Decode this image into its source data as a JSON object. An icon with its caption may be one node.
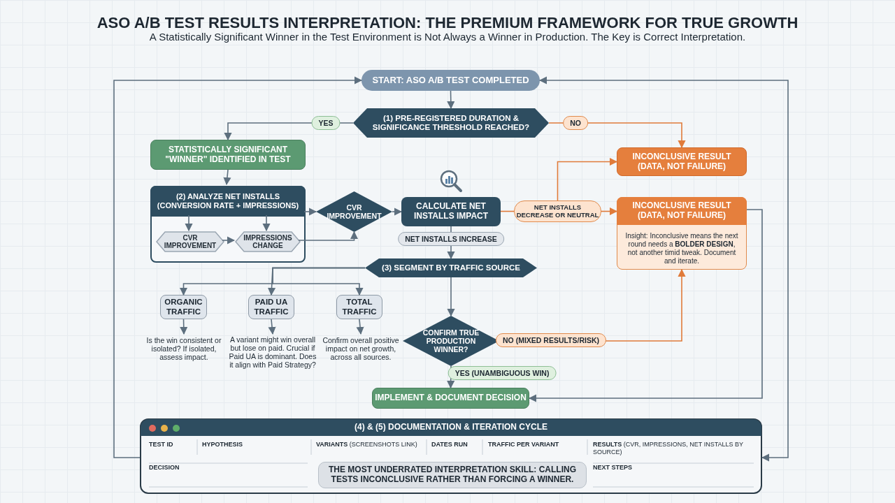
{
  "diagram": {
    "title": "ASO A/B TEST RESULTS INTERPRETATION: THE PREMIUM FRAMEWORK FOR TRUE GROWTH",
    "nodes": [
      {
        "text": [
          "START: ASO A/B TEST COMPLETED"
        ]
      },
      {
        "text": [
          "(1) PRE-REGISTERED DURATION & SIGNIFICANCE THRESHOLD REACHED?"
        ]
      },
      {
        "text": [
          "STATISTICALLY SIGNIFICANT \"WINNER\" IDENTIFIED IN TEST"
        ]
      },
      {
        "text": [],
        "shape": "box"
      },
      {
        "text": [
          "CVR IMPROVEMENT"
        ],
        "in": 3
      },
      {
        "text": [
          "IMPRESSIONS CHANGE"
        ],
        "in": 3
      },
      {
        "text": [
          "CVR IMPROVEMENT"
        ]
      },
      {
        "text": [
          "CALCULATE NET INSTALLS IMPACT"
        ]
      },
      {
        "text": [
          "NET INSTALLS DECREASE OR NEUTRAL"
        ]
      },
      {
        "text": [
          "INCONCLUSIVE RESULT (DATA, NOT FAILURE)"
        ]
      },
      {
        "text": [
          "INCONCLUSIVE RESULT (DATA, NOT FAILURE)",
          "Insight: Inconclusive means the next round needs a **BOLDER DESIGN**, not another timid tweak. Document and iterate."
        ]
      },
      {
        "text": [
          "(3) SEGMENT BY TRAFFIC SOURCE"
        ]
      },
      {
        "text": [
          "ORGANIC TRAFFIC"
        ]
      },
      {
        "text": [
          "PAID UA TRAFFIC"
        ]
      },
      {
        "text": [
          "TOTAL TRAFFIC"
        ]
      },
      {
        "text": [
          "Is the win consistent or isolated? If isolated, assess impact."
        ]
      },
      {
        "text": [
          "A variant might win overall but lose on paid. Crucial if Paid UA is dominant. Does it align with Paid Strategy?"
        ]
      },
      {
        "text": [
          "Confirm overall positive impact on net growth, across all sources."
        ]
      },
      {
        "text": [
          "CONFIRM TRUE PRODUCTION WINNER?"
        ]
      },
      {
        "text": [
          "IMPLEMENT & DOCUMENT DECISION"
        ]
      },
      {
        "text": [
          "(4) & (5) DOCUMENTATION & ITERATION CYCLE"
        ]
      },
      {
        "text": [
          "THE MOST UNDERRATED INTERPRETATION SKILL: CALLING TESTS INCONCLUSIVE RATHER THAN FORCING A WINNER."
        ],
        "in": 20
      },
      {
        "text": [
          "(2) ANALYZE NET INSTALLS (CONVERSION RATE + IMPRESSIONS)"
        ],
        "in": 3
      }
    ],
    "edges": [
      {
        "from": 0,
        "to": 1,
        "arrow": "to"
      },
      {
        "from": 1,
        "to": 2,
        "arrow": "to",
        "label": "YES"
      },
      {
        "from": 1,
        "to": 9,
        "arrow": "to",
        "label": "NO",
        "color": "#e07b3a"
      },
      {
        "from": 2,
        "to": 22,
        "arrow": "to"
      },
      {
        "from": 22,
        "to": 6,
        "arrow": "to"
      },
      {
        "from": 22,
        "to": 4,
        "arrow": "to"
      },
      {
        "from": 22,
        "to": 5,
        "arrow": "to"
      },
      {
        "from": 4,
        "to": 5,
        "arrow": "to"
      },
      {
        "from": 5,
        "to": 6,
        "arrow": "to"
      },
      {
        "from": 6,
        "to": 7,
        "arrow": "to"
      },
      {
        "from": 7,
        "to": 8,
        "arrow": "none",
        "color": "#e07b3a"
      },
      {
        "from": 8,
        "to": 9,
        "arrow": "to",
        "color": "#e07b3a"
      },
      {
        "from": 8,
        "to": 10,
        "arrow": "to",
        "color": "#e07b3a"
      },
      {
        "from": 7,
        "to": 11,
        "arrow": "to",
        "label": "NET INSTALLS INCREASE"
      },
      {
        "from": 11,
        "to": 12,
        "arrow": "to"
      },
      {
        "from": 11,
        "to": 13,
        "arrow": "to"
      },
      {
        "from": 11,
        "to": 14,
        "arrow": "to"
      },
      {
        "from": 12,
        "to": 15,
        "arrow": "to"
      },
      {
        "from": 13,
        "to": 16,
        "arrow": "to"
      },
      {
        "from": 14,
        "to": 17,
        "arrow": "to"
      },
      {
        "from": 11,
        "to": 18,
        "arrow": "to"
      },
      {
        "from": 18,
        "to": 10,
        "arrow": "to",
        "label": "NO (MIXED RESULTS/RISK)",
        "color": "#e07b3a"
      },
      {
        "from": 18,
        "to": 19,
        "arrow": "to",
        "label": "YES (UNAMBIGUOUS WIN)"
      },
      {
        "from": 10,
        "to": 19,
        "arrow": "to"
      },
      {
        "from": 20,
        "to": 0,
        "arrow": "to"
      },
      {
        "from": 0,
        "to": 20,
        "arrow": "both"
      }
    ],
    "labels": [
      "A Statistically Significant Winner in the Test Environment is Not Always a Winner in Production. The Key is Correct Interpretation.",
      "TEST ID",
      "HYPOTHESIS",
      "**VARIANTS** (SCREENSHOTS LINK)",
      "DATES RUN",
      "TRAFFIC PER VARIANT",
      "**RESULTS** (CVR, IMPRESSIONS, NET INSTALLS BY SOURCE)",
      "DECISION",
      "NEXT STEPS"
    ]
  }
}
